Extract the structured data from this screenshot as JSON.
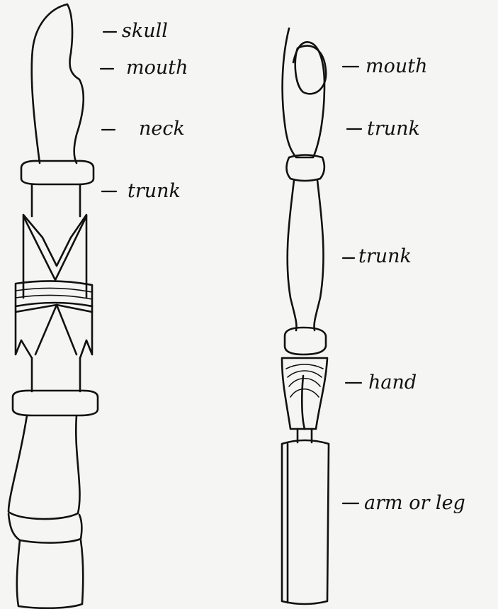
{
  "diagram": {
    "left_figure": {
      "labels": {
        "skull": "skull",
        "mouth": "mouth",
        "neck": "neck",
        "trunk": "trunk"
      }
    },
    "right_figure": {
      "labels": {
        "mouth": "mouth",
        "trunk_upper": "trunk",
        "trunk_lower": "trunk",
        "hand": "hand",
        "arm_or_leg": "arm or leg"
      }
    }
  }
}
